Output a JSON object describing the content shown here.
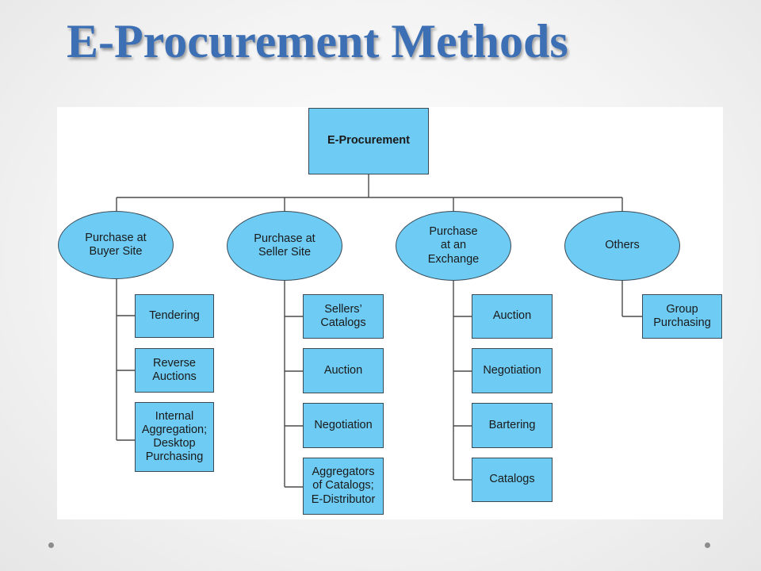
{
  "slide": {
    "title": "E-Procurement Methods"
  },
  "diagram": {
    "root": "E-Procurement",
    "branches": [
      {
        "label": "Purchase at\nBuyer Site",
        "children": [
          "Tendering",
          "Reverse\nAuctions",
          "Internal\nAggregation;\nDesktop\nPurchasing"
        ]
      },
      {
        "label": "Purchase at\nSeller Site",
        "children": [
          "Sellers’\nCatalogs",
          "Auction",
          "Negotiation",
          "Aggregators\nof Catalogs;\nE-Distributor"
        ]
      },
      {
        "label": "Purchase\nat an\nExchange",
        "children": [
          "Auction",
          "Negotiation",
          "Bartering",
          "Catalogs"
        ]
      },
      {
        "label": "Others",
        "children": [
          "Group\nPurchasing"
        ]
      }
    ]
  },
  "colors": {
    "node_fill": "#6dcbf4",
    "title": "#3d6fb4",
    "line": "#4a4a4a"
  }
}
